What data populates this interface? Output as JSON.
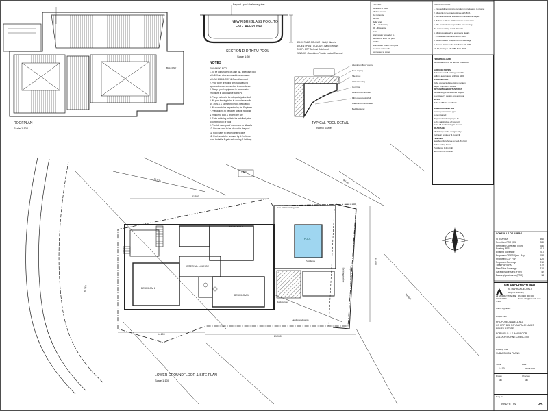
{
  "roof_plan": {
    "title": "ROOFPLAN",
    "scale": "Scale 1:100",
    "balcony_label": "BALCONY"
  },
  "pool_section": {
    "title": "SECTION D-D THRU POOL",
    "scale": "Scale 1:50",
    "pool_label": "NEW FIBREGLASS POOL TO",
    "pool_label_2": "ENG. APPROVAL",
    "top_note": "Beyond / pool / balance gutter"
  },
  "notes": {
    "title": "NOTES",
    "lines": [
      "SWIMMING POOL",
      "1. To be constructed of 1.8m dia. fibreglass pool",
      "with 600mm wide surround in accordance",
      "with AS 1926.1-2007 & Council consent",
      "2. Pool to be provided with backwash to",
      "approved sewer connection in accordance",
      "3. Pump / pool equipment in an acoustic",
      "enclosure in accordance with EPA",
      "4. Pump motors to be adequately shielded",
      "5. All pool fencing to be in accordance with",
      "AS 1926.1 & Swimming Pools Regulation",
      "6. All works to be inspected by the Engineer",
      "7. Precautions to be taken against flooding",
      "& erosion to pool & protect the site",
      "8. Earth retaining walls to be installed prior",
      "to construction of pool",
      "9. Provide waterproof membrane to all walls",
      "10. Ensure sand to be placed for the pool",
      "11. Pool water to be chlorinated daily",
      "12. Pool area to be secured by 1.2m fence",
      "to be lockable & gate self closing & latching"
    ]
  },
  "colours": {
    "line1": "BRICK PAINT COLOUR - Wattyl Blanche",
    "line2": "ACCENT PAINT COLOUR - Baby Elephant",
    "line3": "ROOF - BRF Surfmist Colorbond",
    "line4": "WINDOW - Aluminium Powder coated Charcoal"
  },
  "pool_detail": {
    "title": "TYPICAL POOL DETAIL",
    "scale": "Not to Scale",
    "labels": [
      "Aluminium flag / coping",
      "Pool coping",
      "Tile grout",
      "Waterproofing",
      "Concrete",
      "Reinforced concrete",
      "Fibreglass pool shell",
      "Waterproof membrane",
      "Bedding sand"
    ]
  },
  "general_notes": {
    "col1": [
      "LEGEND",
      "All levels to AHD",
      "All dims in mm",
      "Do not scale",
      "REV A",
      "Refer eng.",
      "LB - Loadbearing",
      "DP - Downpipe",
      "Note:",
      "Stormwater spreader to",
      "be used to level the pool",
      "NOTE:",
      "Stormwater runoff from pool",
      "overflow drain to be",
      "connected to street"
    ],
    "col2": [
      "GENERAL NOTES",
      "1. Figured dimensions to be taken in preference to scaling",
      "2. All works to be in accordance with BCA",
      "3. All materials to be installed to manufacturers spec.",
      "4. Builder to check all dimensions before work",
      "5. The contractor is responsible for ensuring",
      "the correct setting out of all works",
      "6. All structural work to engineer's details",
      "7. Provide termite barrier to AS 3660",
      "8. All stormwater to legal point of discharge",
      "9. Smoke alarms to be installed to AS 3786",
      "10. All glazing to AS 1288 & AS 2047"
    ]
  },
  "tb_sections": [
    {
      "head": "TERMITE GUARD",
      "lines": [
        "All foundations to be termite protected"
      ]
    },
    {
      "head": "SARKING NOTES",
      "lines": [
        "Builder to install sarking to roof &",
        "walls in accordance with AS 4200"
      ]
    },
    {
      "head": "STORMWATER",
      "lines": [
        "To be connected to existing system",
        "as per engineer's details"
      ]
    },
    {
      "head": "RETAINING & EARTHWORKS",
      "lines": [
        "All retaining & earthworks subject",
        "to engineer's design and approval"
      ]
    },
    {
      "head": "BASIX",
      "lines": [
        "Refer to BASIX certificate"
      ]
    },
    {
      "head": "SUBMISSION NOTES",
      "lines": [
        "Existing stormwater pipe",
        "to be retained",
        "Proposed landscaping to be",
        "to the satisfaction of Council",
        "Note: All landscaping to Council"
      ]
    },
    {
      "head": "DRAINAGE",
      "lines": [
        "All drainage to be designed by",
        "hydraulic engineer & Council"
      ]
    },
    {
      "head": "FENCING",
      "lines": [
        "New boundary fence to be 1.8m high",
        "timber paling fence",
        "Pool fence 1.2m high",
        "aluminium to AS 1926"
      ]
    }
  ],
  "schedule": {
    "title": "SCHEDULE OF AREAS",
    "rows": [
      {
        "label": "SITE AREA",
        "value": "560"
      },
      {
        "label": "Permitted FSR (0.5)",
        "value": "280"
      },
      {
        "label": "Permitted Coverage (50%)",
        "value": "280"
      },
      {
        "label": "Existing FSR",
        "value": "0.0"
      },
      {
        "label": "Existing Coverage",
        "value": "0.0"
      },
      {
        "label": "Proposed GF FSR(incl. Bay)",
        "value": "152"
      },
      {
        "label": "Proposed LGF FSR",
        "value": "120"
      },
      {
        "label": "Proposed Coverage",
        "value": "210"
      },
      {
        "label": "Total FSR/GFA",
        "value": "272"
      },
      {
        "label": "New Total Coverage",
        "value": "210"
      },
      {
        "label": "Garage/store Area (FSR)",
        "value": "42"
      },
      {
        "label": "Balcony/porch Area (FSR)",
        "value": "18"
      }
    ]
  },
  "firm": {
    "name": "MN ARCHITECTURAL",
    "sub": "N. HARRANDEO (M.)",
    "reg": "Reg No. 123 A/Q",
    "address": "23 MURRAY AVENUE",
    "suburb": "CONCORD",
    "state": "NSW",
    "phone": "Ph: 0400 000 000",
    "email": "Email: info@mnarch.com"
  },
  "project": {
    "client_label": "Client Signature",
    "title_label": "Project Title",
    "title_lines": [
      "PROPOSED DWELLING",
      "ON ERF 325, ROYAL PALM LAKES",
      "FINLEY ESTATE"
    ],
    "for_line": "FOR MR. G & S. MANSOOR",
    "address_line": "21 LOCH MORNE CRESCENT",
    "drawing_label": "Drawing Title",
    "drawing_title": "SUBMISSION PLANS",
    "scale_label": "Scale",
    "scale": "1:100",
    "date_label": "Date",
    "date": "03.08.2023",
    "drawn_label": "Drawn",
    "drawn": "MN",
    "checked_label": "Checked",
    "checked": "MN",
    "dwg_no_label": "Dwg No.",
    "dwg_no": "MN078 | 01",
    "sheet": "DA"
  },
  "site_plan": {
    "title": "LOWER GROUNDFLOOR & SITE PLAN",
    "scale": "Scale 1:100",
    "rooms": [
      "BEDROOM 3",
      "INTERNAL LOUNGE",
      "BEDROOM 2",
      "BEDROOM 1",
      "POOL"
    ],
    "dims": [
      "31.580",
      "14.200",
      "21.960",
      "39.250",
      "48.050",
      "18.570",
      "9.145",
      "14.500"
    ],
    "labels": [
      "New brick retaining wall",
      "Existing pipeline",
      "Proposed fence line",
      "Rock garden",
      "Pool fence",
      "Landscaped verge"
    ],
    "bench_mark": "S.B.D"
  }
}
